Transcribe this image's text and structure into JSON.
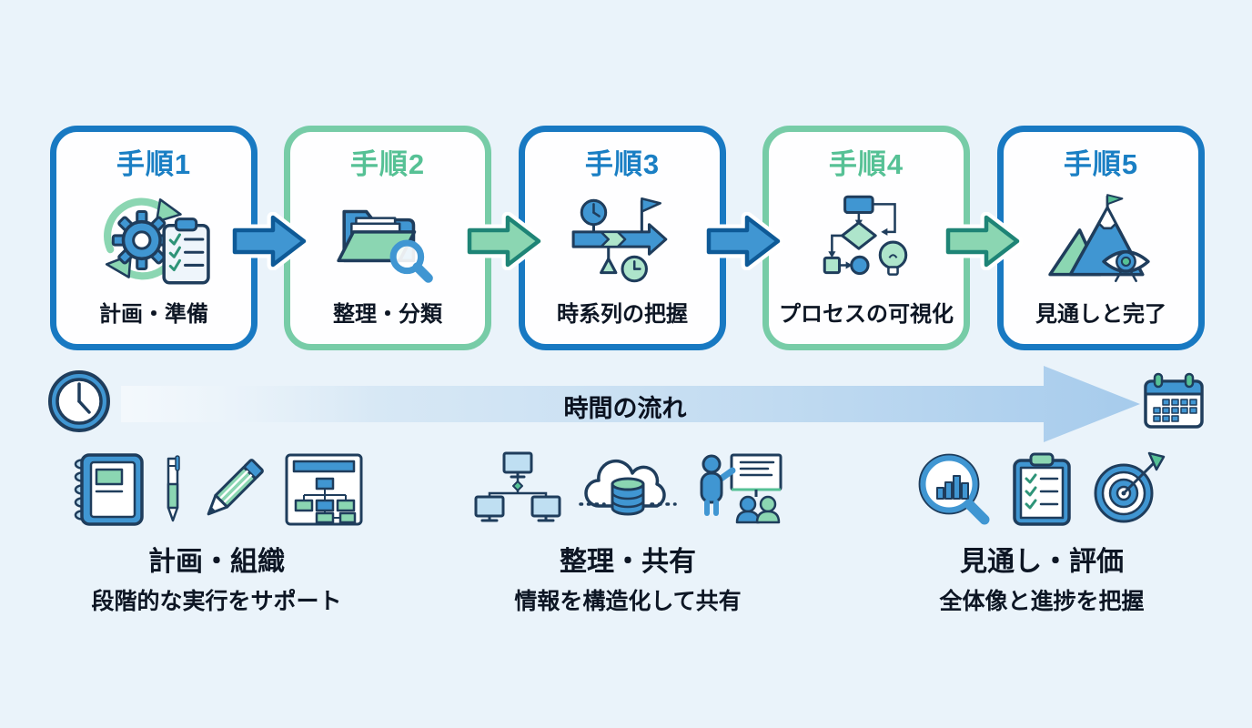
{
  "theme": {
    "background": "#eaf3fa",
    "card_background": "#fefeff",
    "blue_accent": "#1a7fc4",
    "blue_arrow_fill": "#4096d2",
    "blue_arrow_outline": "#0e5a97",
    "green_accent": "#56c195",
    "green_border": "#77cca7",
    "green_arrow_fill": "#8bd6b2",
    "icon_outline_navy": "#1f3d5c",
    "timeline_fill": "#a6cbec",
    "text_color": "#0d1624"
  },
  "steps": [
    {
      "title": "手順1",
      "label": "計画・準備",
      "accent": "blue",
      "icon": "cycle-gear-clipboard-icon"
    },
    {
      "title": "手順2",
      "label": "整理・分類",
      "accent": "green",
      "icon": "folder-search-icon"
    },
    {
      "title": "手順3",
      "label": "時系列の把握",
      "accent": "blue",
      "icon": "timeline-flag-icon"
    },
    {
      "title": "手順4",
      "label": "プロセスの可視化",
      "accent": "green",
      "icon": "flowchart-bulb-icon"
    },
    {
      "title": "手順5",
      "label": "見通しと完了",
      "accent": "blue",
      "icon": "mountain-eye-icon"
    }
  ],
  "step_arrows": [
    {
      "color": "blue"
    },
    {
      "color": "green"
    },
    {
      "color": "blue"
    },
    {
      "color": "green"
    }
  ],
  "timeline": {
    "label": "時間の流れ",
    "left_icon": "clock-icon",
    "right_icon": "calendar-icon"
  },
  "groups": [
    {
      "title": "計画・組織",
      "subtitle": "段階的な実行をサポート",
      "icons": [
        "notebook-icon",
        "pen-icon",
        "pencil-icon",
        "org-chart-icon"
      ]
    },
    {
      "title": "整理・共有",
      "subtitle": "情報を構造化して共有",
      "icons": [
        "network-monitors-icon",
        "cloud-database-icon",
        "presenter-icon"
      ]
    },
    {
      "title": "見通し・評価",
      "subtitle": "全体像と進捗を把握",
      "icons": [
        "magnifier-chart-icon",
        "clipboard-checklist-icon",
        "target-dart-icon"
      ]
    }
  ]
}
